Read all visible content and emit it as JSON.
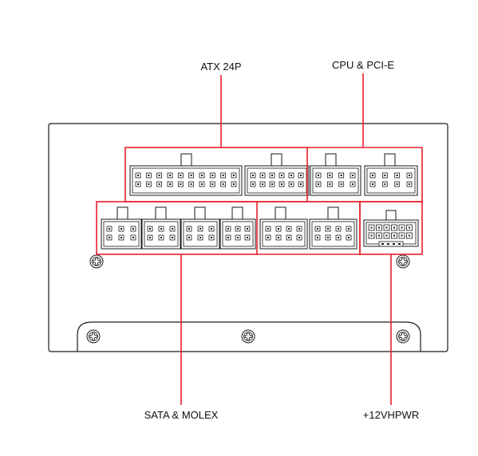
{
  "labels": {
    "atx": "ATX 24P",
    "cpu_pcie": "CPU & PCI-E",
    "sata_molex": "SATA & MOLEX",
    "hpwr": "+12VHPWR"
  },
  "colors": {
    "outline": "#1a1a1a",
    "highlight": "#e8202a",
    "background": "#ffffff"
  },
  "icons": {
    "screw": "screw-icon",
    "connector": "connector-icon"
  }
}
